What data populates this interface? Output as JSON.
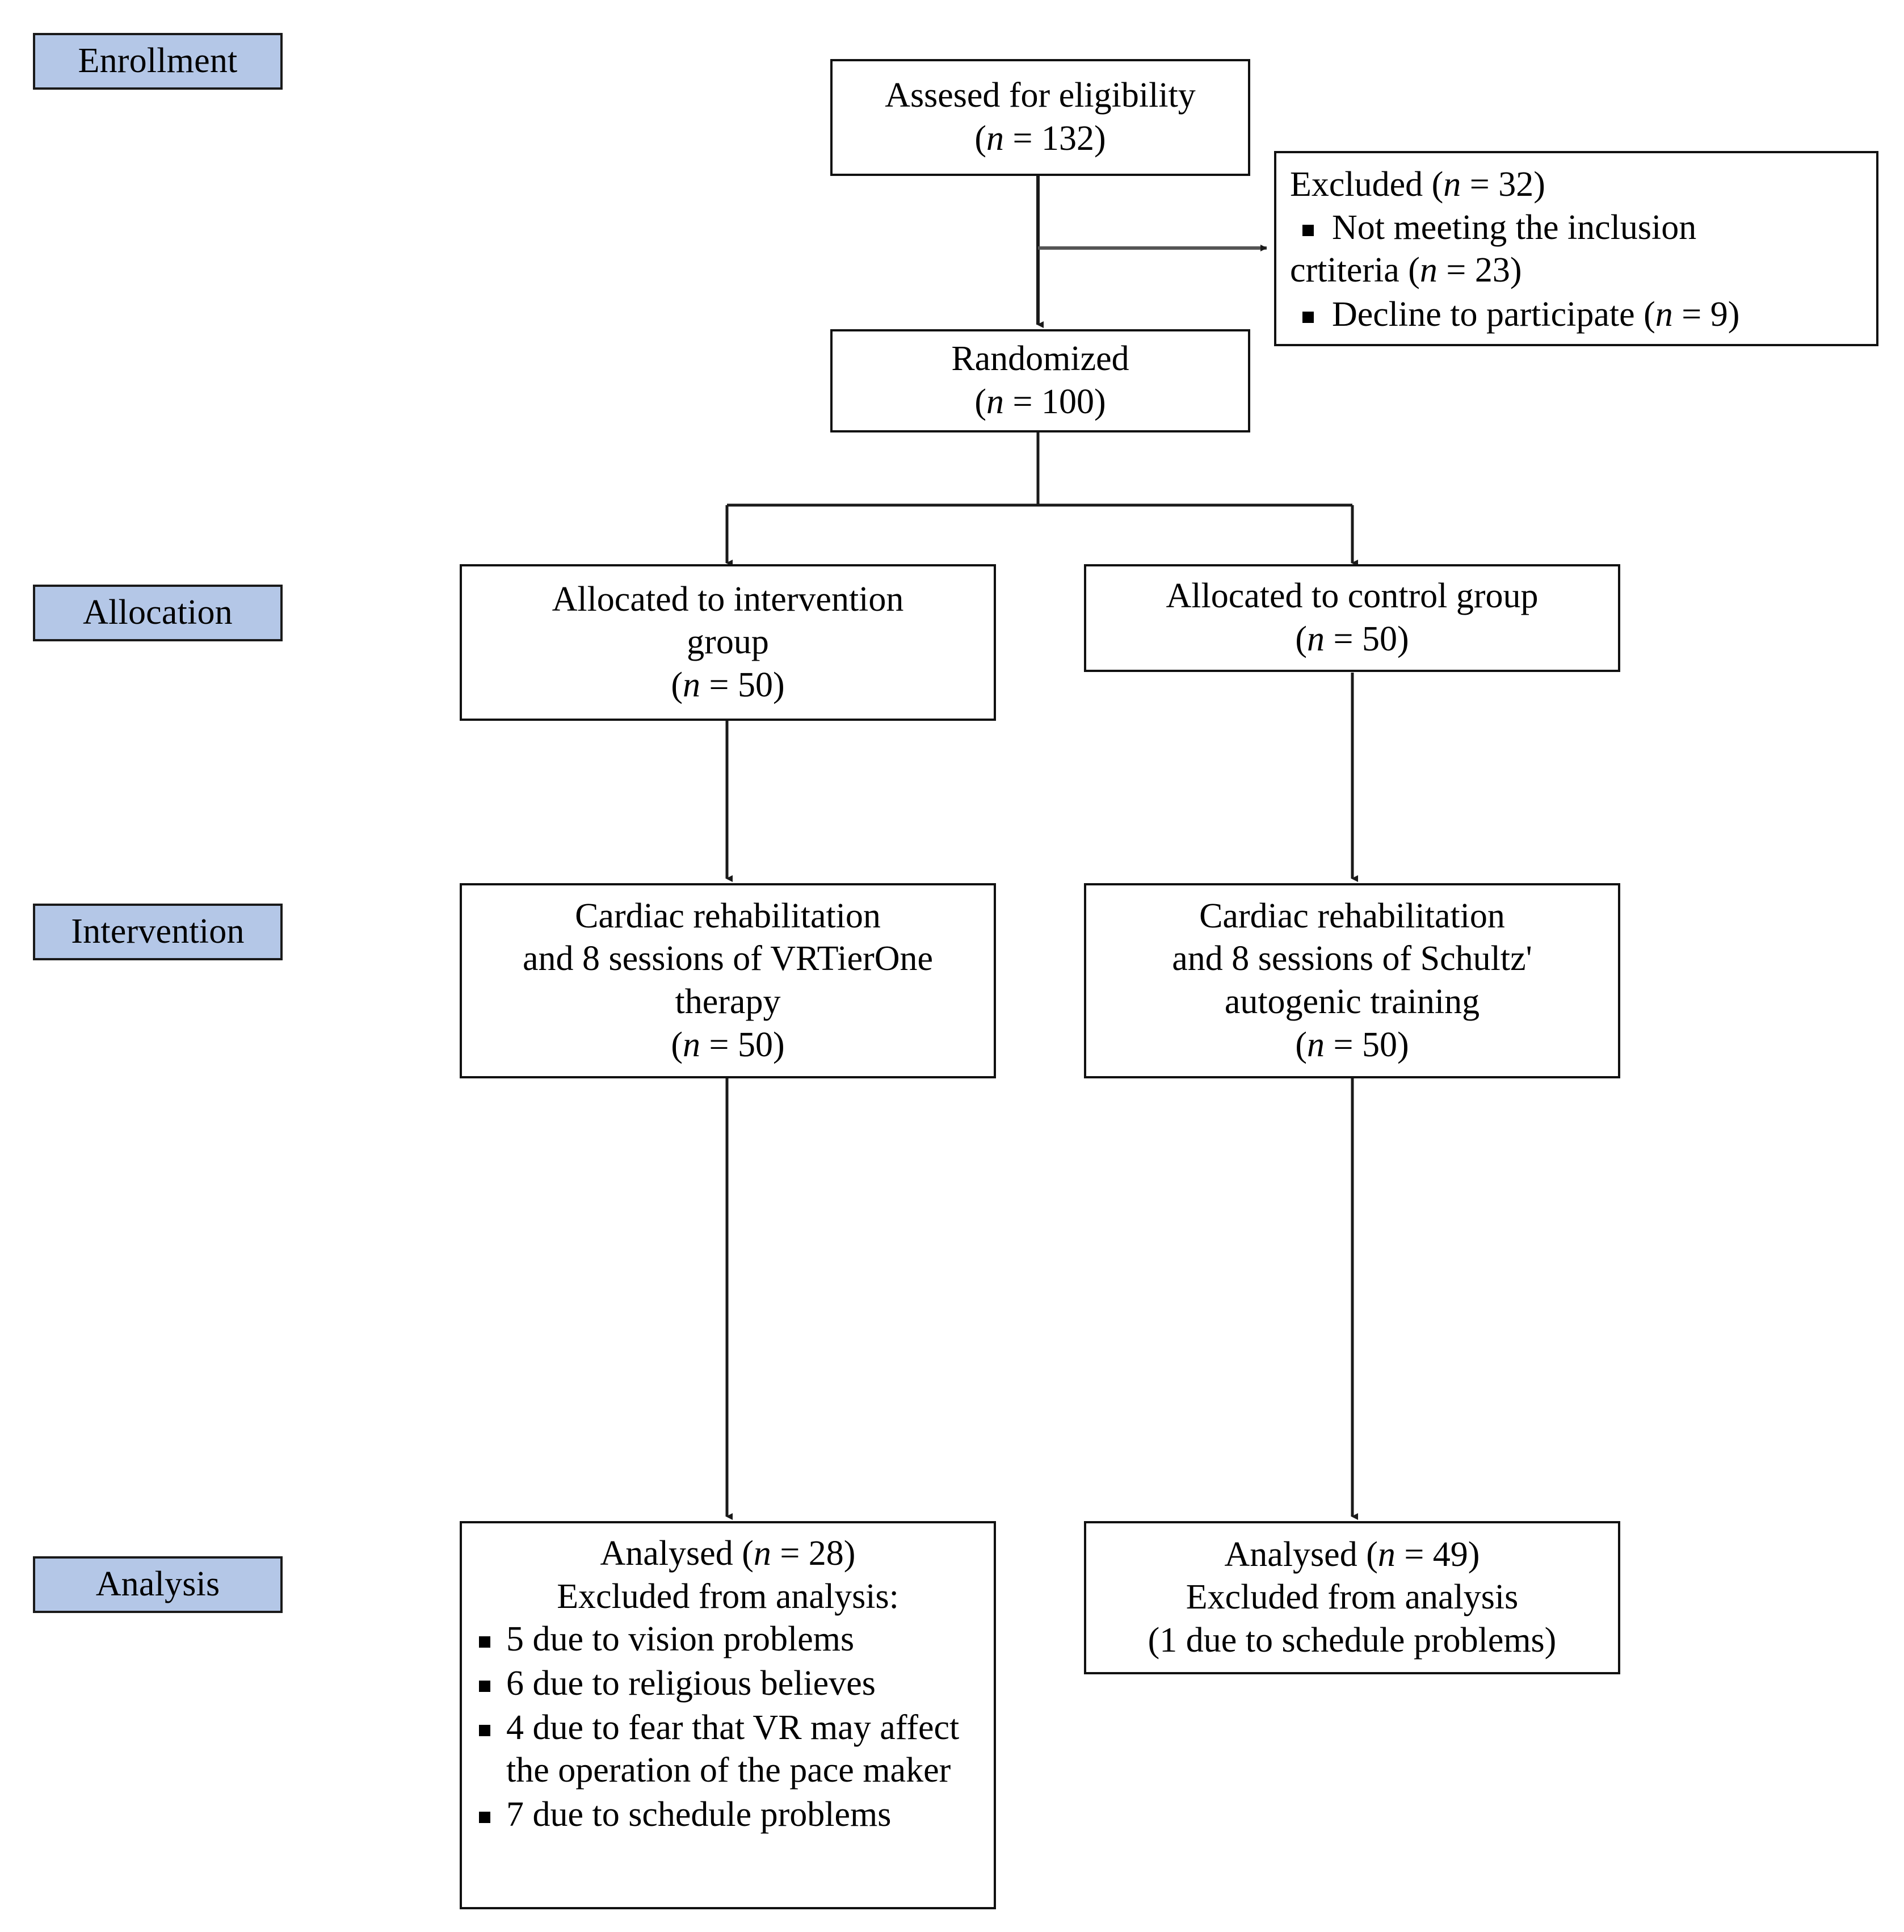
{
  "diagram": {
    "type": "consort-flow-diagram",
    "accent_color": "#b4c7e7",
    "border_color": "#111111",
    "background": "#ffffff"
  },
  "stages": [
    {
      "id": "enrollment",
      "label": "Enrollment"
    },
    {
      "id": "allocation",
      "label": "Allocation"
    },
    {
      "id": "intervention",
      "label": "Intervention"
    },
    {
      "id": "analysis",
      "label": "Analysis"
    }
  ],
  "nodes": {
    "assessed": {
      "line1": "Assesed for eligibility",
      "line2_pre": "(",
      "line2_n": "n",
      "line2_post": " = 132)"
    },
    "excluded": {
      "heading_pre": "Excluded (",
      "heading_n": "n",
      "heading_post": " = 32)",
      "items": [
        {
          "text": "Not meeting the inclusion",
          "cont": "crtiteria (",
          "cont_n": "n",
          "cont_post": " = 23)"
        },
        {
          "text": "Decline to participate (",
          "inline_n": "n",
          "inline_post": " = 9)"
        }
      ]
    },
    "randomized": {
      "line1": "Randomized",
      "line2_pre": "(",
      "line2_n": "n",
      "line2_post": " = 100)"
    },
    "alloc_intervention": {
      "line1": "Allocated to intervention",
      "line2": "group",
      "line3_pre": "(",
      "line3_n": "n",
      "line3_post": " = 50)"
    },
    "alloc_control": {
      "line1": "Allocated to control group",
      "line2_pre": "(",
      "line2_n": "n",
      "line2_post": " = 50)"
    },
    "intervention_arm": {
      "line1": "Cardiac rehabilitation",
      "line2": "and 8 sessions of VRTierOne",
      "line3": "therapy",
      "line4_pre": "(",
      "line4_n": "n",
      "line4_post": " = 50)"
    },
    "control_arm": {
      "line1": "Cardiac rehabilitation",
      "line2": "and 8 sessions of Schultz'",
      "line3": "autogenic training",
      "line4_pre": "(",
      "line4_n": "n",
      "line4_post": " = 50)"
    },
    "analysis_intervention": {
      "heading_pre": "Analysed (",
      "heading_n": "n",
      "heading_post": " = 28)",
      "subheading": "Excluded from analysis:",
      "items": [
        "5 due to vision problems",
        "6 due to religious believes",
        "4 due to fear that VR may affect the operation of the pace maker",
        "7 due to schedule problems"
      ]
    },
    "analysis_control": {
      "heading_pre": "Analysed (",
      "heading_n": "n",
      "heading_post": " = 49)",
      "subheading": "Excluded from analysis",
      "detail": "(1 due to schedule problems)"
    }
  }
}
